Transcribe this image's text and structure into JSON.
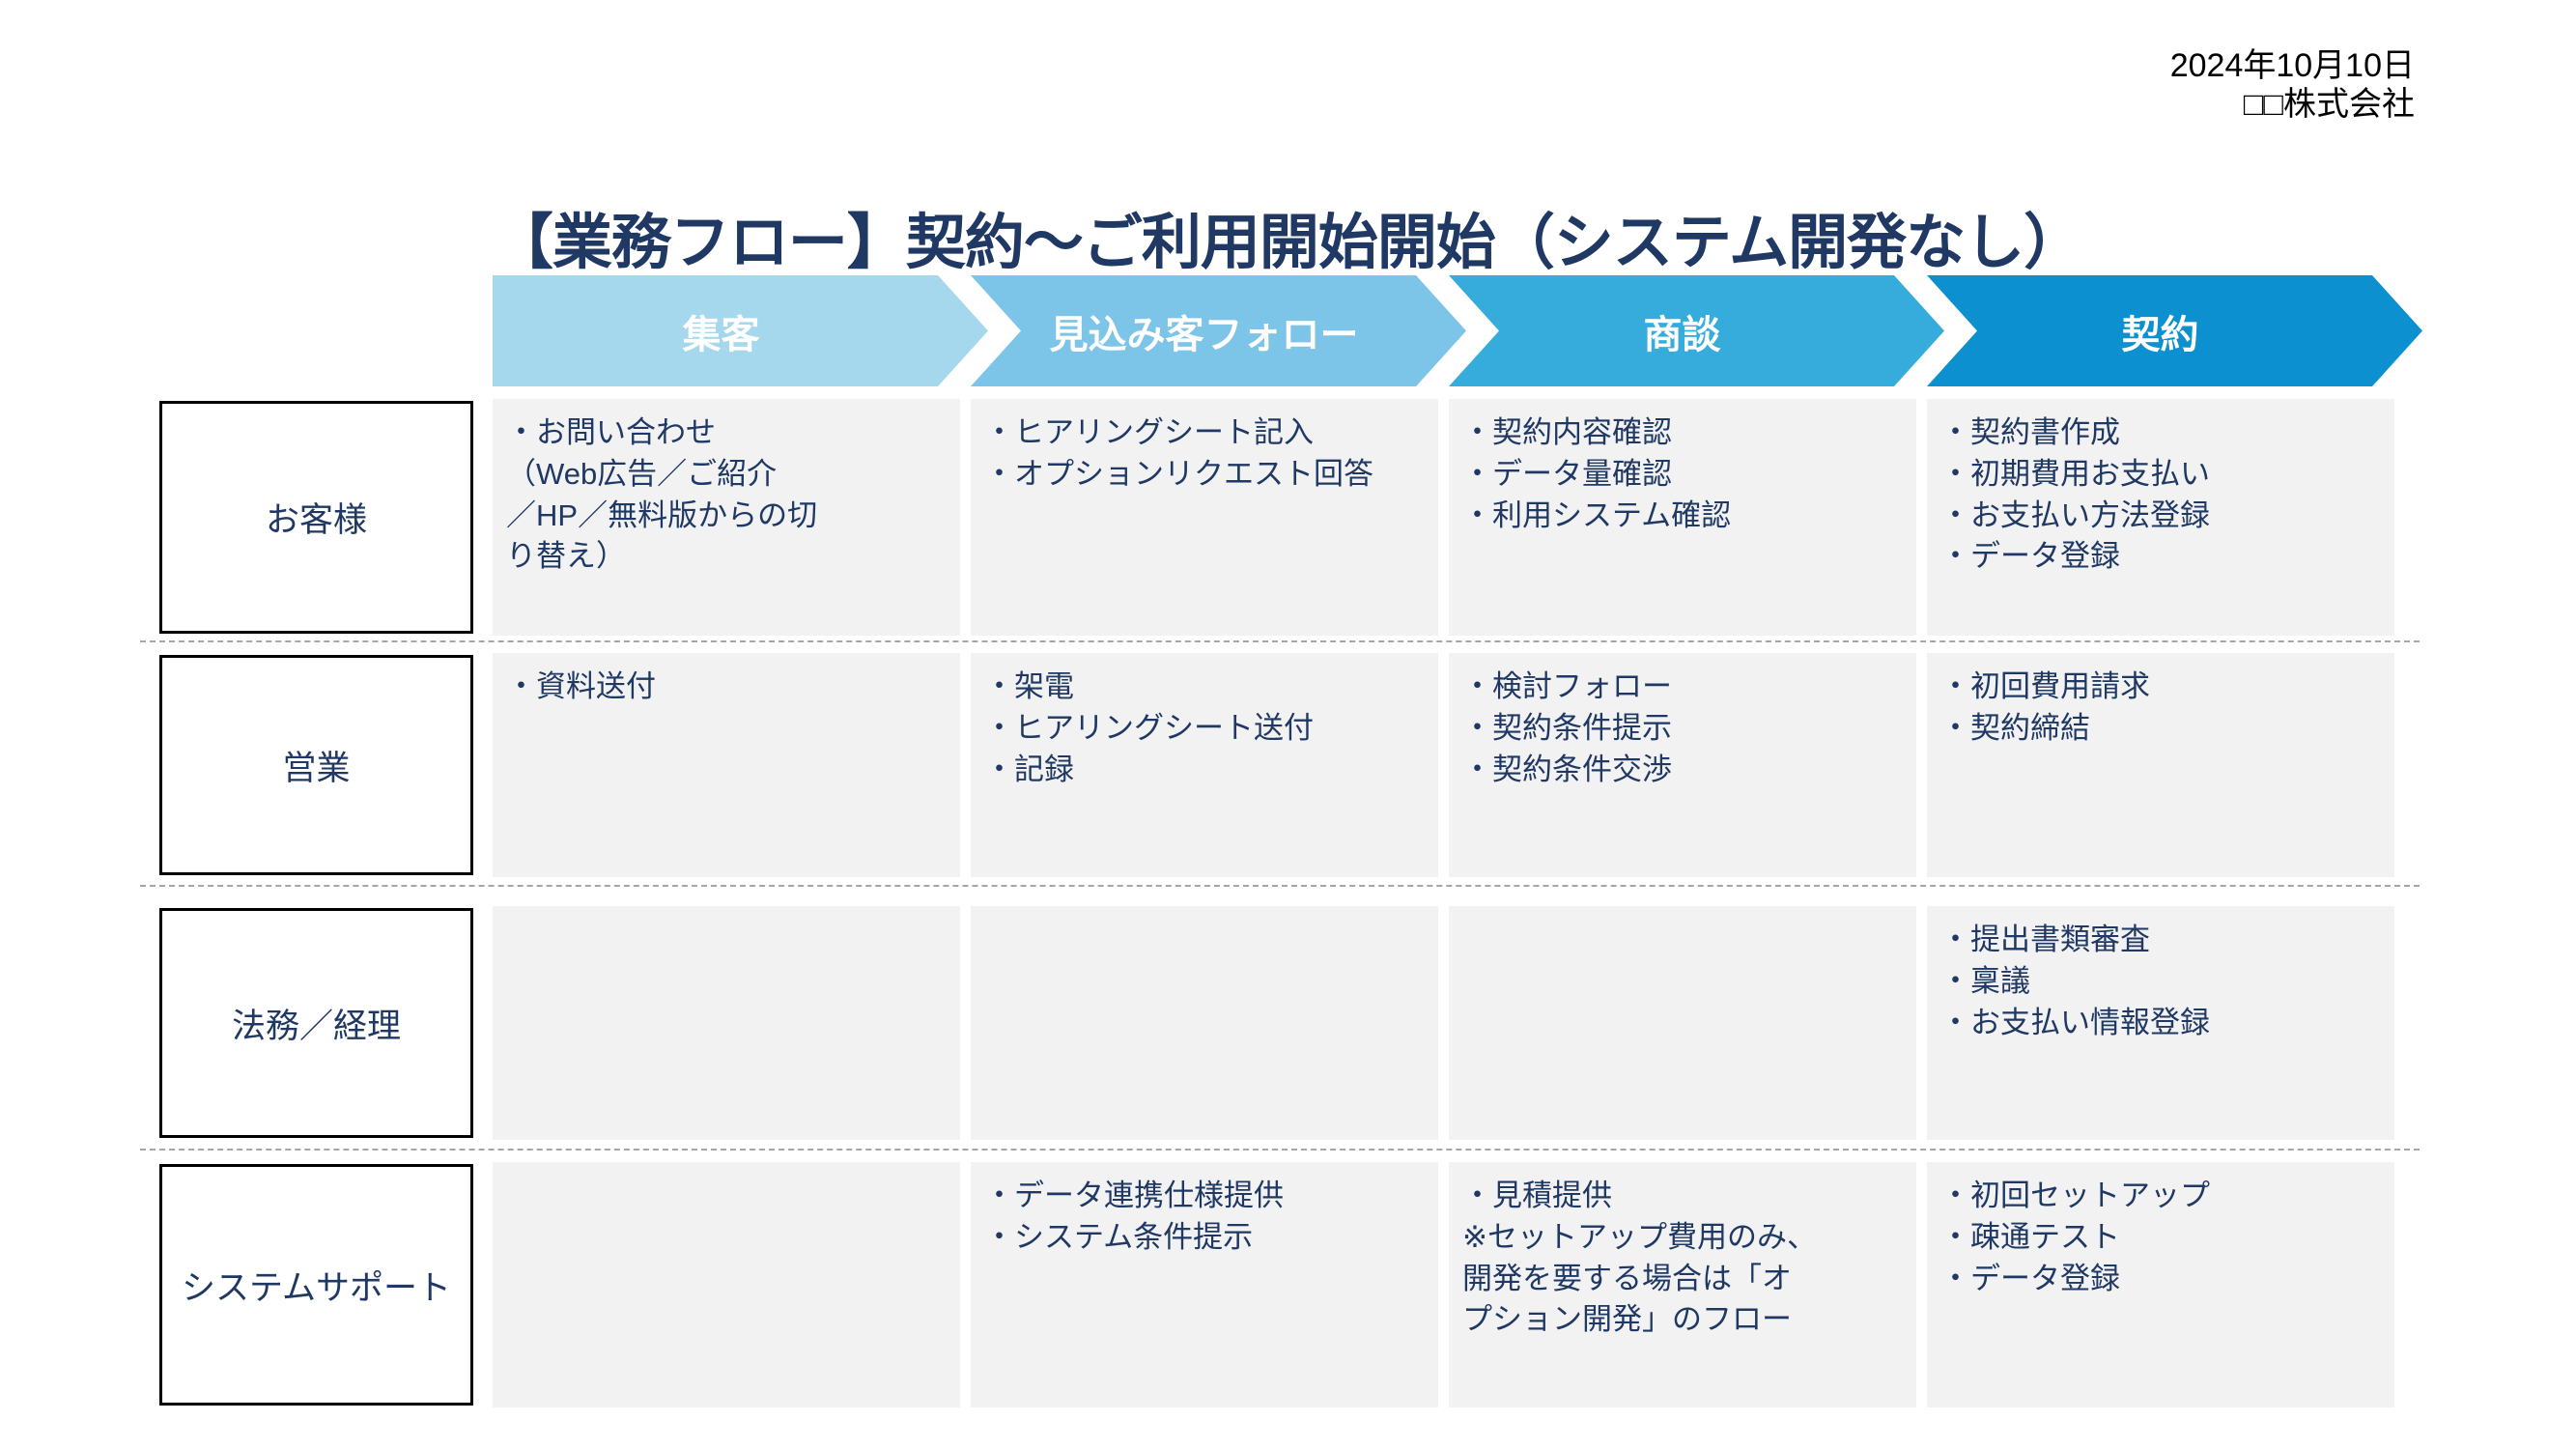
{
  "meta": {
    "date": "2024年10月10日",
    "company": "□□株式会社"
  },
  "title": "【業務フロー】契約～ご利用開始開始（システム開発なし）",
  "phases": [
    {
      "label": "集客",
      "color": "#A5D8EC"
    },
    {
      "label": "見込み客フォロー",
      "color": "#7CC4E8"
    },
    {
      "label": "商談",
      "color": "#35ACDC"
    },
    {
      "label": "契約",
      "color": "#0D90CF"
    }
  ],
  "lanes": [
    {
      "label": "お客様",
      "cells": [
        "・お問い合わせ\n（Web広告／ご紹介\n／HP／無料版からの切\nり替え）",
        "・ヒアリングシート記入\n・オプションリクエスト回答",
        "・契約内容確認\n・データ量確認\n・利用システム確認",
        "・契約書作成\n・初期費用お支払い\n・お支払い方法登録\n・データ登録"
      ]
    },
    {
      "label": "営業",
      "cells": [
        "・資料送付",
        "・架電\n・ヒアリングシート送付\n・記録",
        "・検討フォロー\n・契約条件提示\n・契約条件交渉",
        "・初回費用請求\n・契約締結"
      ]
    },
    {
      "label": "法務／経理",
      "cells": [
        "",
        "",
        "",
        "・提出書類審査\n・稟議\n・お支払い情報登録"
      ]
    },
    {
      "label": "システムサポート",
      "cells": [
        "",
        "・データ連携仕様提供\n・システム条件提示",
        "・見積提供\n※セットアップ費用のみ、\n開発を要する場合は「オ\nプション開発」のフロー",
        "・初回セットアップ\n・疎通テスト\n・データ登録"
      ]
    }
  ],
  "colors": {
    "title_text": "#1F3864",
    "body_text": "#1F3864",
    "cell_background": "#F2F2F2",
    "separator": "#A6A6A6",
    "label_box_border": "#000000"
  }
}
